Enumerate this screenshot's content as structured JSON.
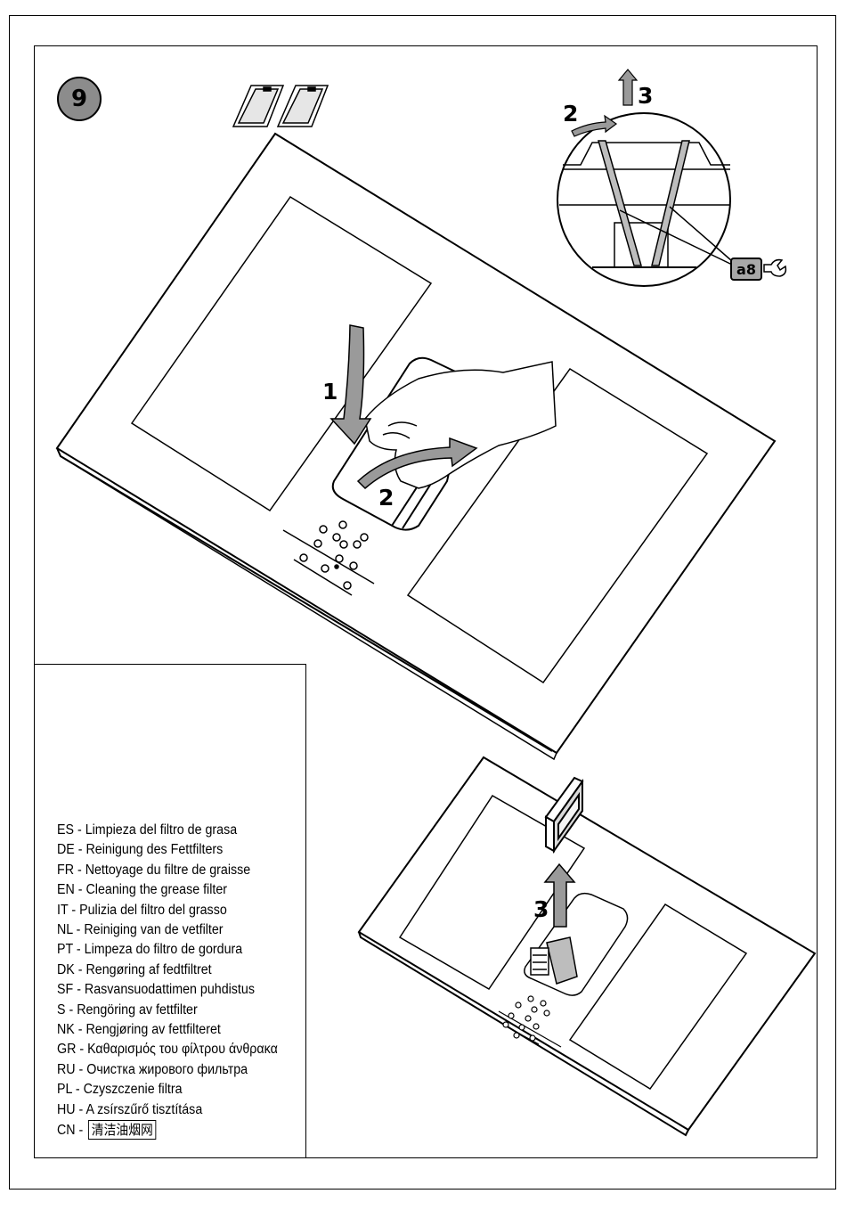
{
  "page": {
    "step_number": "9",
    "callouts": {
      "main_step1": "1",
      "main_step2": "2",
      "detail_step2": "2",
      "detail_step3": "3",
      "bottom_step3": "3"
    },
    "tool_badge": "a8"
  },
  "legend": {
    "items": [
      {
        "code": "ES",
        "text": "Limpieza del filtro de grasa"
      },
      {
        "code": "DE",
        "text": "Reinigung des Fettfilters"
      },
      {
        "code": "FR",
        "text": "Nettoyage du filtre de graisse"
      },
      {
        "code": "EN",
        "text": "Cleaning the grease filter"
      },
      {
        "code": "IT",
        "text": "Pulizia del filtro del grasso"
      },
      {
        "code": "NL",
        "text": "Reiniging van de vetfilter"
      },
      {
        "code": "PT",
        "text": "Limpeza do filtro de gordura"
      },
      {
        "code": "DK",
        "text": "Rengøring af fedtfiltret"
      },
      {
        "code": "SF",
        "text": "Rasvansuodattimen puhdistus"
      },
      {
        "code": "S",
        "text": "Rengöring av fettfilter"
      },
      {
        "code": "NK",
        "text": "Rengjøring av fettfilteret"
      },
      {
        "code": "GR",
        "text": "Καθαρισμός του φίλτρου άνθρακα"
      },
      {
        "code": "RU",
        "text": "Очистка жирового фильтра"
      },
      {
        "code": "PL",
        "text": "Czyszczenie filtra"
      },
      {
        "code": "HU",
        "text": "A zsírszűrő tisztítása"
      },
      {
        "code": "CN",
        "text": "清洁油烟网"
      }
    ]
  }
}
